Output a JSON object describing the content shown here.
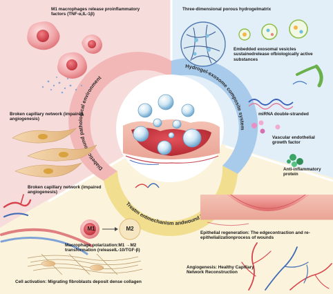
{
  "sections": {
    "left_title": "Diabetic wound pathological environment",
    "right_title": "Hydrogel-exosome composite system",
    "bottom_title": "Treatm entmechanism andwound healing"
  },
  "left": {
    "m1_label": "M1 macrophages release proinflammatory factors (TNF-α,IL-1β)",
    "capillary_label": "Broken capillary network (impaired angiogenesis)",
    "capillary_label_2": "Broken capillary network (impaired angiogenesis)"
  },
  "right": {
    "hydrogel_label": "Three-dimensional porous hydrogelmatrix",
    "exosome_label": "Embedded exosomal vesicles sustainedrelease ofbiologically active substances",
    "mirna_label": "miRNA double-stranded",
    "vegf_label": "Vascular endothelial growth factor",
    "protein_label": "Anti-inflammatory protein"
  },
  "bottom": {
    "m1_cell": "M1",
    "m2_cell": "M2",
    "macrophage_label": "Macrophage polarization:M1 →M2 transformation (releaseIL-10/TGF-β)",
    "fibroblast_label": "Cell activation: Migrating fibroblasts deposit dense collagen",
    "epithelial_label": "Epithelial regeneration: The edgecontraction and re-epithelializationprocess of wounds",
    "angiogenesis_label": "Angiogenesis: Healthy Capillary Network Reconstruction"
  },
  "colors": {
    "left_bg": "#f7dcdc",
    "right_bg": "#e3eff8",
    "bottom_bg": "#fbf3dc",
    "ring_top": "#f2b7b7",
    "ring_right": "#a9cbeb",
    "ring_bottom": "#f1de8f",
    "tissue": "#d2434b"
  }
}
